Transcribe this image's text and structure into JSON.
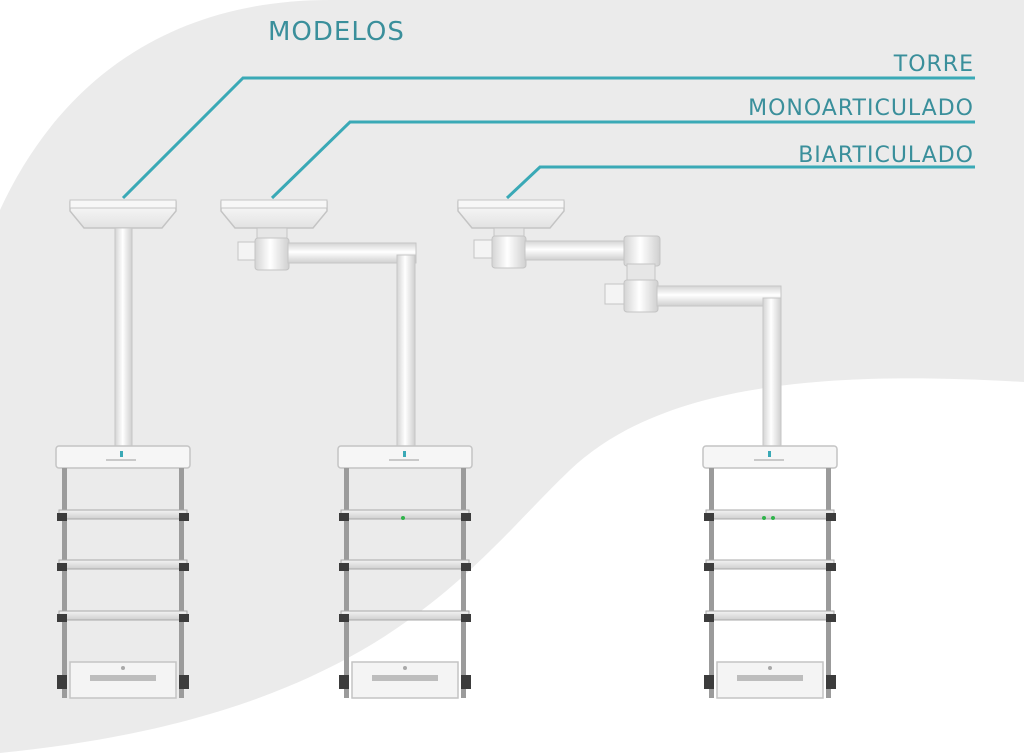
{
  "title": "MODELOS",
  "models": [
    {
      "label": "TORRE"
    },
    {
      "label": "MONOARTICULADO"
    },
    {
      "label": "BIARTICULADO"
    }
  ],
  "colors": {
    "accent": "#3aa9b6",
    "label_text": "#3a8f9b",
    "background_gray": "#ebebeb",
    "background_white": "#ffffff",
    "equipment_white": "#f4f4f4",
    "equipment_outline": "#c4c4c4",
    "rail_dark": "#3c3c3c",
    "indicator_green": "#2fb34a"
  }
}
